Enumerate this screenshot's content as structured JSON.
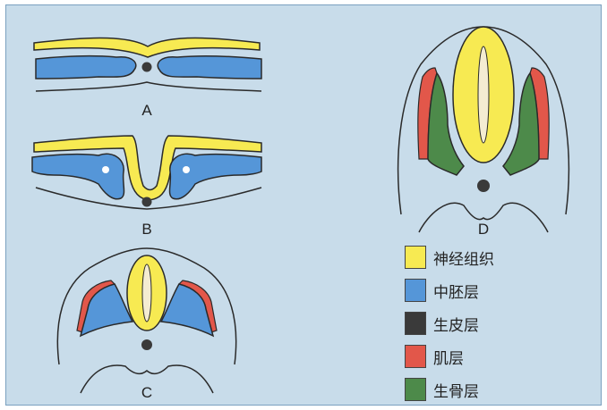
{
  "panels": {
    "a": "A",
    "b": "B",
    "c": "C",
    "d": "D"
  },
  "legend": [
    {
      "label": "神经组织",
      "color": "#f7ea52"
    },
    {
      "label": "中胚层",
      "color": "#5596d8"
    },
    {
      "label": "生皮层",
      "color": "#3a3a3a"
    },
    {
      "label": "肌层",
      "color": "#e2574a"
    },
    {
      "label": "生骨层",
      "color": "#4d8a4a"
    }
  ],
  "colors": {
    "background": "#c8dcea",
    "outline": "#2a2a2a",
    "notochord": "#3a3a3a",
    "lumen": "#f4ecd2"
  }
}
